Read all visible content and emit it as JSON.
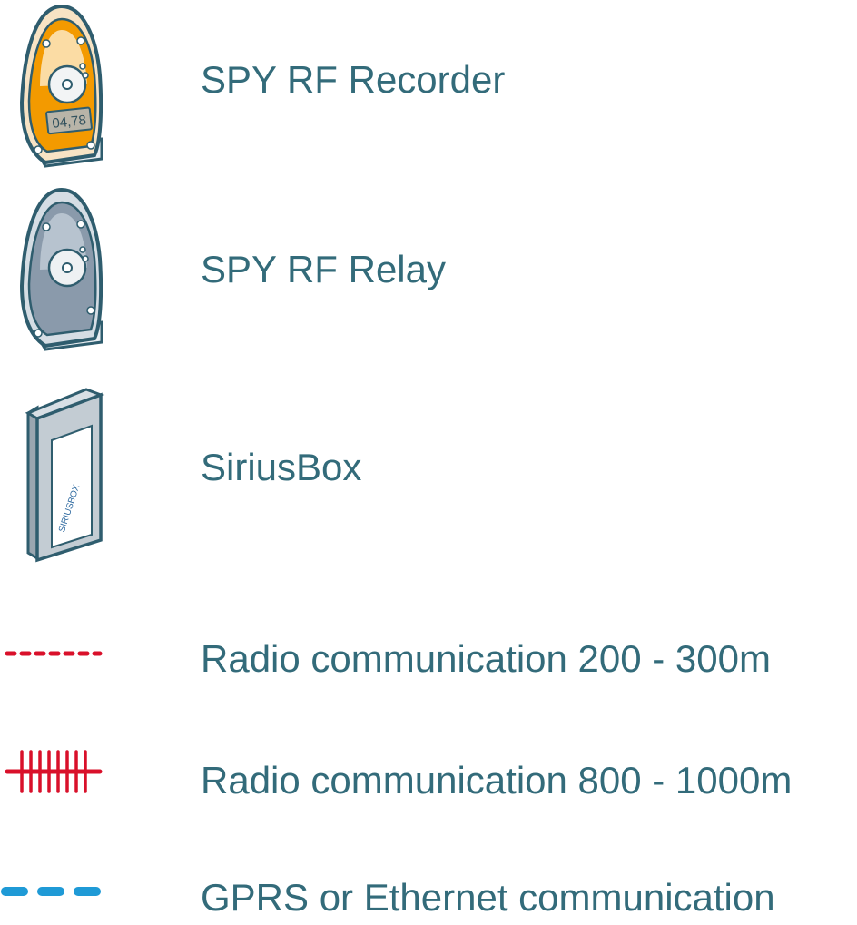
{
  "legend": [
    {
      "label": "SPY RF Recorder",
      "icon": "spy-rf-recorder-icon",
      "display_value": "04,78",
      "body_color": "#f39a00"
    },
    {
      "label": "SPY RF Relay",
      "icon": "spy-rf-relay-icon",
      "body_color": "#8a9aab"
    },
    {
      "label": "SiriusBox",
      "icon": "siriusbox-icon",
      "device_text": "SIRIUSBOX"
    },
    {
      "label": "Radio communication 200 - 300m",
      "icon": "red-dashed-line-icon",
      "line_color": "#d9102a"
    },
    {
      "label": "Radio communication 800 - 1000m",
      "icon": "red-hatched-line-icon",
      "line_color": "#d9102a"
    },
    {
      "label": "GPRS or Ethernet communication",
      "icon": "blue-dashed-line-icon",
      "line_color": "#1f9ad6"
    }
  ],
  "text_color": "#336b7a"
}
